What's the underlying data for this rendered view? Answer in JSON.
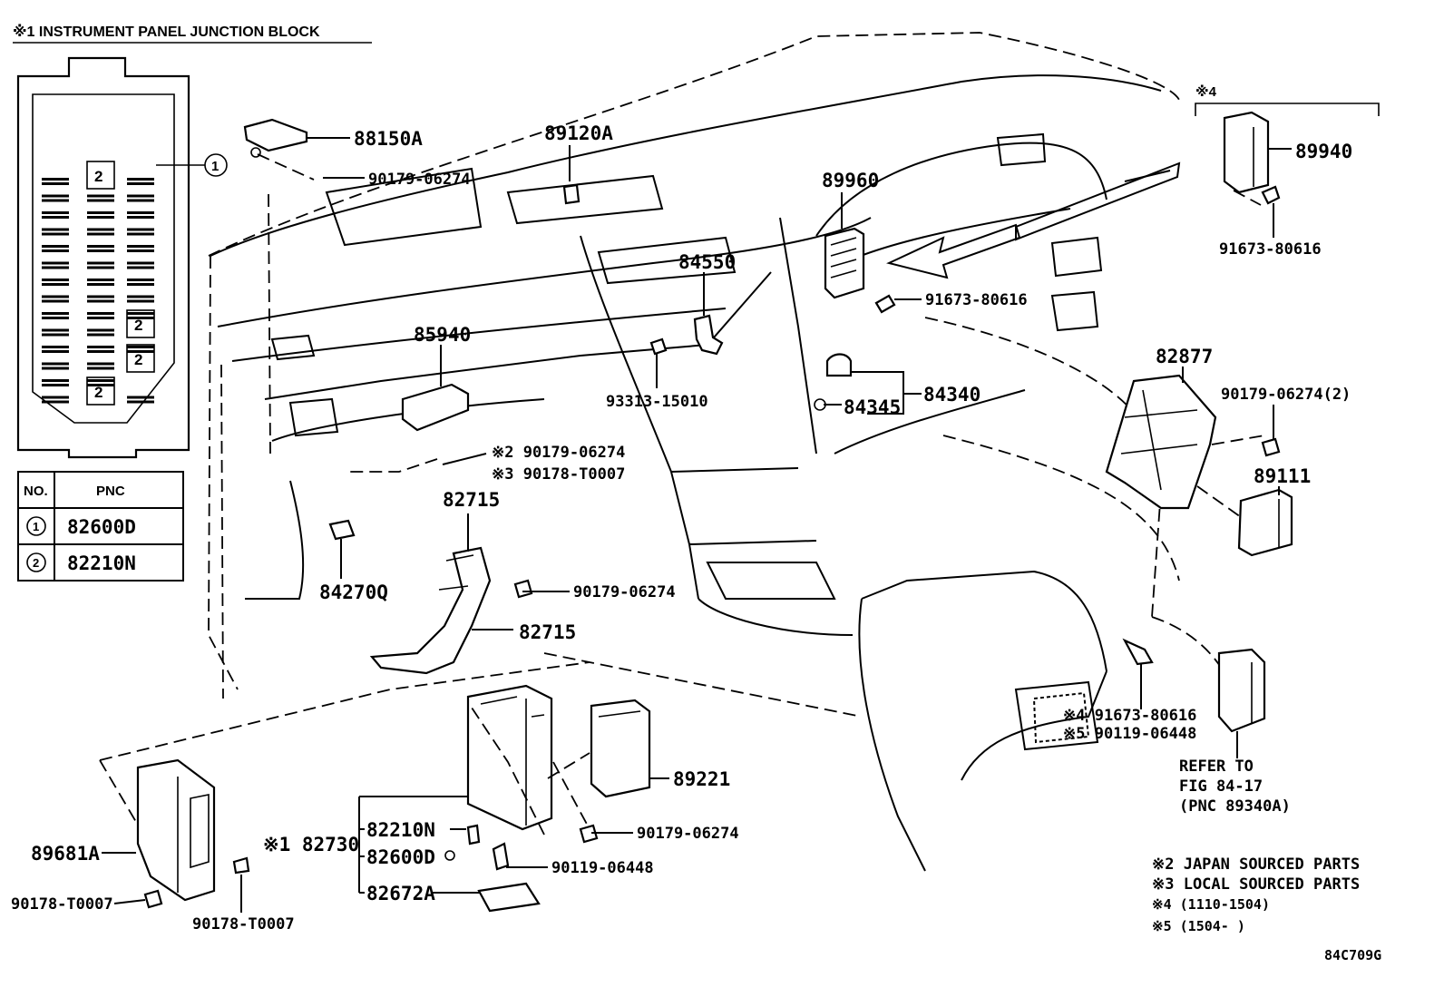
{
  "diagram": {
    "inset_title": "※1 INSTRUMENT PANEL JUNCTION BLOCK",
    "inset_callout": "1",
    "inset_slot_mark": "2",
    "table": {
      "header_no": "NO.",
      "header_pnc": "PNC",
      "rows": [
        {
          "no": "1",
          "pnc": "82600D"
        },
        {
          "no": "2",
          "pnc": "82210N"
        }
      ]
    },
    "labels": {
      "p88150A": "88150A",
      "p90179_06274_a": "90179-06274",
      "p89120A": "89120A",
      "p89960": "89960",
      "p84550": "84550",
      "p85940": "85940",
      "p91673_80616_a": "91673-80616",
      "p93313_15010": "93313-15010",
      "p84340": "84340",
      "p84345": "84345",
      "p82877": "82877",
      "p90179_06274_2": "90179-06274(2)",
      "p89111": "89111",
      "p89940": "89940",
      "p91673_80616_b": "91673-80616",
      "m4_top": "※4",
      "p_s2": "※2 90179-06274",
      "p_s3": "※3 90178-T0007",
      "p82715_a": "82715",
      "p82715_b": "82715",
      "p84270Q": "84270Q",
      "p90179_06274_c": "90179-06274",
      "p89221": "89221",
      "p90179_06274_d": "90179-06274",
      "p82730": "※1 82730",
      "p82210N": "82210N",
      "p82600D": "82600D",
      "p82672A": "82672A",
      "p90119_06448_a": "90119-06448",
      "p89681A": "89681A",
      "p90178_T0007_a": "90178-T0007",
      "p90178_T0007_b": "90178-T0007",
      "p_s4": "※4 91673-80616",
      "p_s5": "※5 90119-06448",
      "refer1": "REFER TO",
      "refer2": "FIG 84-17",
      "refer3": "(PNC 89340A)"
    },
    "notes": [
      "※2 JAPAN SOURCED PARTS",
      "※3 LOCAL SOURCED PARTS",
      "※4 (1110-1504)",
      "※5 (1504-      )"
    ],
    "figure_code": "84C709G"
  }
}
